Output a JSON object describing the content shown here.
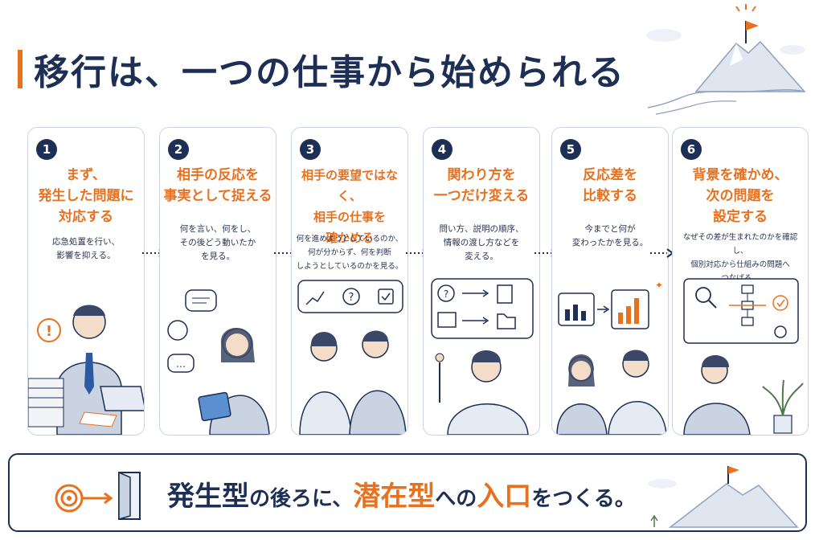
{
  "title": "移行は、一つの仕事から始められる",
  "steps": [
    {
      "number": "1",
      "title": "まず、\n発生した問題に\n対応する",
      "desc": "応急処置を行い、\n影響を抑える。"
    },
    {
      "number": "2",
      "title": "相手の反応を\n事実として捉える",
      "desc": "何を言い、何をし、\nその後どう動いたか\nを見る。"
    },
    {
      "number": "3",
      "title": "相手の要望ではなく、\n相手の仕事を\n確かめる",
      "desc": "何を進めようとしているのか、\n何が分からず、何を判断\nしようとしているのかを見る。"
    },
    {
      "number": "4",
      "title": "関わり方を\n一つだけ変える",
      "desc": "問い方、説明の順序、\n情報の渡し方などを\n変える。"
    },
    {
      "number": "5",
      "title": "反応差を\n比較する",
      "desc": "今までと何が\n変わったかを見る。"
    },
    {
      "number": "6",
      "title": "背景を確かめ、\n次の問題を\n設定する",
      "desc": "なぜその差が生まれたのかを確認し、\n個別対応から仕組みの問題へ\nつなげる。"
    }
  ],
  "bottom": {
    "part1": "発生型",
    "part2": "の後ろに、",
    "part3": "潜在型",
    "part4": "への",
    "part5": "入口",
    "part6": "をつくる。"
  },
  "colors": {
    "navy": "#1e2f55",
    "orange": "#e8711f",
    "border": "#c9d3e2"
  }
}
